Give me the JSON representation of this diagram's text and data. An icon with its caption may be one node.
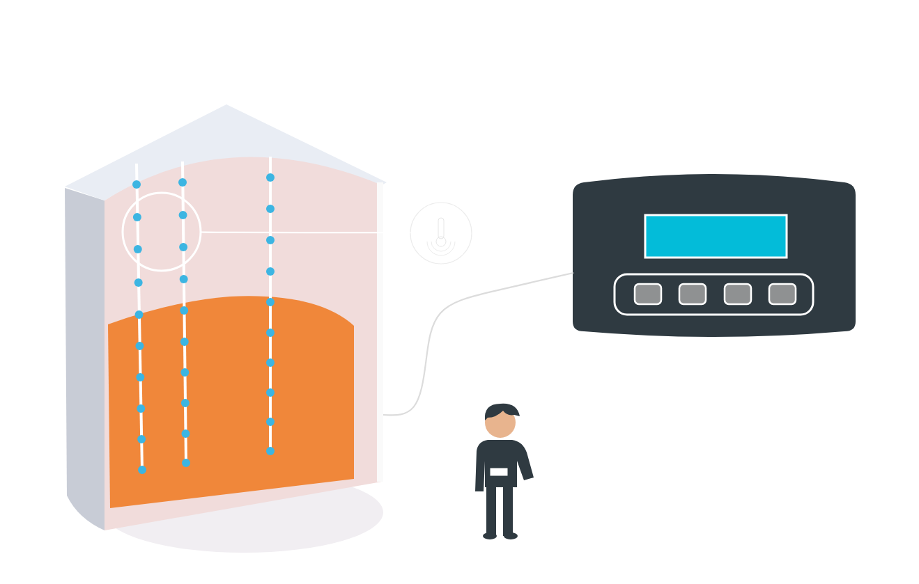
{
  "diagram": {
    "nodes": [
      {
        "text": [],
        "shape": "picture"
      },
      {
        "text": [],
        "shape": "circle",
        "in": 0
      },
      {
        "text": [],
        "shape": "circle"
      },
      {
        "text": [],
        "shape": "picture"
      },
      {
        "text": [],
        "shape": "person"
      }
    ],
    "edges": [
      {
        "from": 1,
        "to": 2,
        "arrow": "none",
        "color": "#ffffff"
      },
      {
        "from": 0,
        "to": 3,
        "arrow": "none",
        "color": "#dcdcdc"
      }
    ]
  }
}
